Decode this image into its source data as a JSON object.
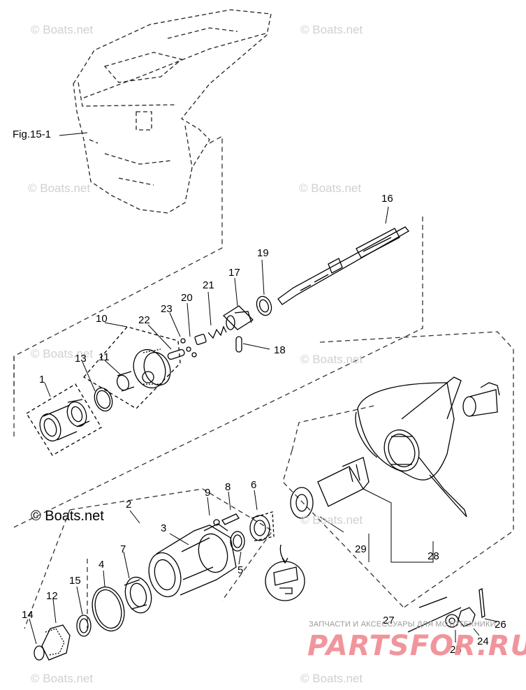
{
  "watermark": "© Boats.net",
  "figure_ref": "Fig.15-1",
  "part_numbers": [
    "1",
    "2",
    "3",
    "4",
    "5",
    "6",
    "7",
    "8",
    "9",
    "10",
    "11",
    "12",
    "13",
    "14",
    "15",
    "16",
    "17",
    "18",
    "19",
    "20",
    "21",
    "22",
    "23",
    "24",
    "25",
    "26",
    "27",
    "28",
    "29"
  ],
  "source_mark": "© Boats.net",
  "dealer": {
    "tagline": "ЗАПЧАСТИ И АКСЕССУАРЫ ДЛЯ МОТОТЕХНИКИ",
    "logo": "PARTSFOR.RU"
  },
  "colors": {
    "line": "#000000",
    "watermark": "#d0d0d0",
    "logo": "#f08a92"
  }
}
